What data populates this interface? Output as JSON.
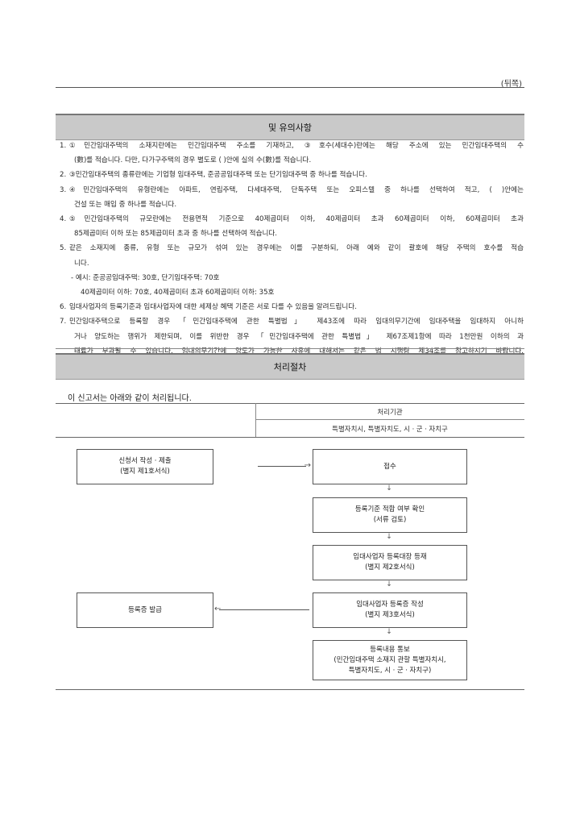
{
  "header": {
    "back_label": "(뒤쪽)"
  },
  "notes_section": {
    "title": "및 유의사항",
    "lines": [
      {
        "num": "1.",
        "text": "①민간임대주택의 소재지란에는 민간임대주택 주소를 기재하고, ③호수(세대수)란에는 해당 주소에 있는 민간임대주택의 수",
        "style": "justify"
      },
      {
        "num": "",
        "text": "(數)를 적습니다. 다만, 다가구주택의 경우 별도로 ( )안에 실의 수(數)를 적습니다.",
        "style": "cont"
      },
      {
        "num": "2.",
        "text": "③민간임대주택의 종류란에는 기업형 임대주택, 준공공임대주택 또는 단기임대주택 중 하나를 적습니다.",
        "style": "plain"
      },
      {
        "num": "3.",
        "text": "④민간임대주택의 유형란에는 아파트, 연립주택, 다세대주택, 단독주택 또는 오피스텔 중 하나를 선택하여 적고, ( )안에는",
        "style": "justify"
      },
      {
        "num": "",
        "text": "건설 또는 매입 중 하나를 적습니다.",
        "style": "cont"
      },
      {
        "num": "4.",
        "text": "⑤민간임대주택의 규모란에는 전용면적 기준으로 40제곱미터 이하, 40제곱미터 초과 60제곱미터 이하, 60제곱미터 초과",
        "style": "justify"
      },
      {
        "num": "",
        "text": "85제곱미터 이하 또는 85제곱미터 초과 중 하나를 선택하여 적습니다.",
        "style": "cont"
      },
      {
        "num": "5.",
        "text": "같은 소재지에 종류, 유형 또는 규모가 섞여 있는 경우에는 이를 구분하되, 아래 예와 같이 괄호에 해당 주택의 호수를 적습",
        "style": "justify"
      },
      {
        "num": "",
        "text": "니다.",
        "style": "cont"
      },
      {
        "num": "",
        "text": "- 예시: 준공공임대주택: 30호, 단기임대주택: 70호",
        "style": "example"
      },
      {
        "num": "",
        "text": "40제곱미터 이하: 70호, 40제곱미터 초과 60제곱미터 이하: 35호",
        "style": "example-cont"
      },
      {
        "num": "6.",
        "text": "임대사업자의 등록기준과 임대사업자에 대한 세제상 혜택 기준은 서로 다를 수 있음을 알려드립니다.",
        "style": "plain"
      },
      {
        "num": "7.",
        "text": "민간임대주택으로 등록할 경우 「민간임대주택에 관한 특별법」 제43조에 따라 임대의무기간에 임대주택을 임대하지 아니하",
        "style": "justify"
      },
      {
        "num": "",
        "text": "거나 양도하는 행위가 제한되며, 이를 위반한 경우 「민간임대주택에 관한 특별법」 제67조제1항에 따라 1천만원 이하의 과",
        "style": "justify cont"
      },
      {
        "num": "",
        "text": "태료가 부과될 수 있습니다. 임대의무기간에 양도가 가능한 사유에 대해서는 같은 법 시행령 제34조를 참고하시기 바랍니다.",
        "style": "justify cont"
      }
    ]
  },
  "procedure_section": {
    "title": "처리절차",
    "intro": "이 신고서는 아래와 같이 처리됩니다.",
    "header_top": "처리기관",
    "header_bottom": "특별자치시, 특별자치도, 시ㆍ군ㆍ자치구",
    "left_boxes": [
      {
        "line1": "신청서 작성ㆍ제출",
        "line2": "(별지 제1호서식)"
      },
      {
        "line1": "등록증 발급",
        "line2": ""
      }
    ],
    "right_boxes": [
      {
        "line1": "접수",
        "line2": "",
        "line3": ""
      },
      {
        "line1": "등록기준 적합 여부 확인",
        "line2": "(서류 검토)",
        "line3": ""
      },
      {
        "line1": "임대사업자 등록대장 등재",
        "line2": "(별지 제2호서식)",
        "line3": ""
      },
      {
        "line1": "임대사업자 등록증 작성",
        "line2": "(별지 제3호서식)",
        "line3": ""
      },
      {
        "line1": "등록내용 통보",
        "line2": "(민간임대주택 소재지 관할 특별자치시,",
        "line3": "특별자치도, 시ㆍ군ㆍ자치구)"
      }
    ],
    "arrow_down_glyph": "↓",
    "arrow_right_glyph": "→",
    "arrow_left_glyph": "←"
  }
}
